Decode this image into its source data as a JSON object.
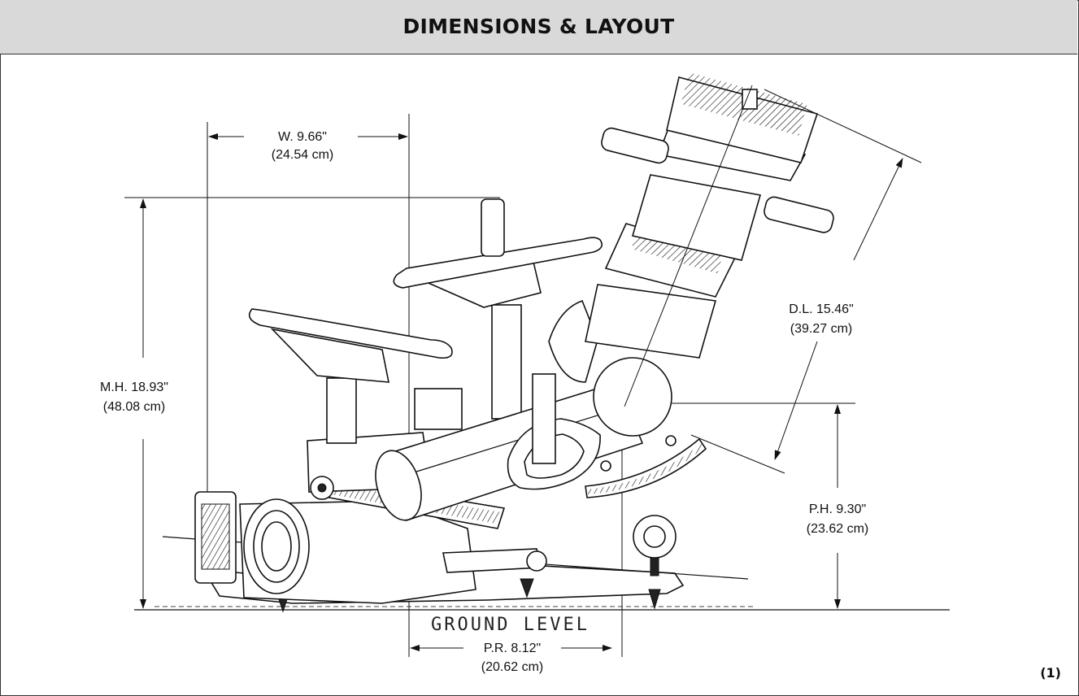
{
  "header": {
    "title": "DIMENSIONS & LAYOUT"
  },
  "figure": {
    "number": "(1)"
  },
  "dimensions": {
    "width": {
      "label": "W. 9.66\"",
      "metric": "(24.54 cm)"
    },
    "max_height": {
      "label": "M.H. 18.93\"",
      "metric": "(48.08 cm)"
    },
    "discharge_length": {
      "label": "D.L. 15.46\"",
      "metric": "(39.27 cm)"
    },
    "pivot_height": {
      "label": "P.H. 9.30\"",
      "metric": "(23.62 cm)"
    },
    "pivot_radius": {
      "label": "P.R. 8.12\"",
      "metric": "(20.62 cm)"
    }
  },
  "ground_label": "GROUND LEVEL"
}
